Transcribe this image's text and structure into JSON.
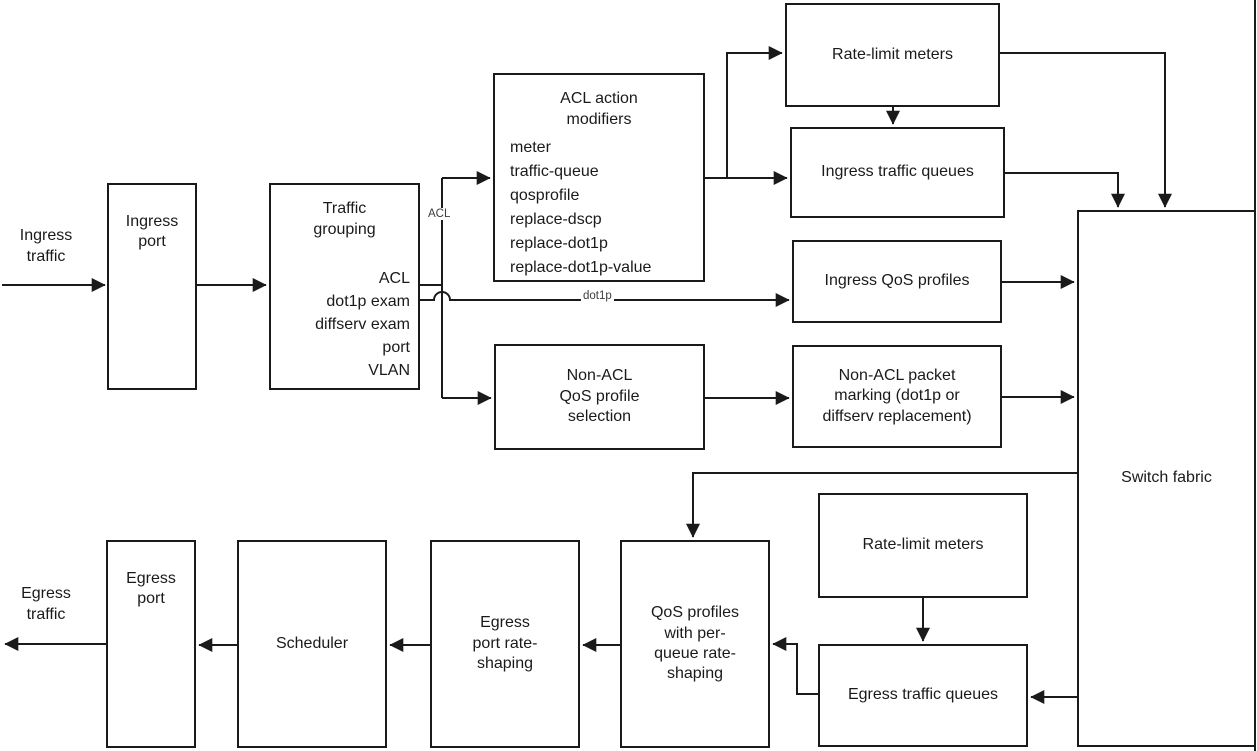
{
  "flow_labels": {
    "ingress_traffic": "Ingress\ntraffic",
    "egress_traffic": "Egress\ntraffic"
  },
  "wire_labels": {
    "acl": "ACL",
    "dot1p": "dot1p"
  },
  "boxes": {
    "ingress_port": {
      "label": "Ingress\nport"
    },
    "traffic_grouping": {
      "title": "Traffic\ngrouping",
      "items": [
        "ACL",
        "dot1p exam",
        "diffserv exam",
        "port",
        "VLAN"
      ]
    },
    "acl_action_modifiers": {
      "title": "ACL action\nmodifiers",
      "items": [
        "meter",
        "traffic-queue",
        "qosprofile",
        "replace-dscp",
        "replace-dot1p",
        "replace-dot1p-value"
      ]
    },
    "rate_limit_meters_ingress": {
      "label": "Rate-limit meters"
    },
    "ingress_traffic_queues": {
      "label": "Ingress traffic queues"
    },
    "ingress_qos_profiles": {
      "label": "Ingress QoS profiles"
    },
    "non_acl_qos_profile_selection": {
      "label": "Non-ACL\nQoS profile\nselection"
    },
    "non_acl_packet_marking": {
      "label": "Non-ACL packet\nmarking (dot1p or\ndiffserv replacement)"
    },
    "switch_fabric": {
      "label": "Switch fabric"
    },
    "egress_port": {
      "label": "Egress\nport"
    },
    "scheduler": {
      "label": "Scheduler"
    },
    "egress_port_rate_shaping": {
      "label": "Egress\nport rate-\nshaping"
    },
    "qos_profiles_per_queue_rate_shaping": {
      "label": "QoS profiles\nwith per-\nqueue rate-\nshaping"
    },
    "rate_limit_meters_egress": {
      "label": "Rate-limit meters"
    },
    "egress_traffic_queues": {
      "label": "Egress traffic queues"
    }
  },
  "colors": {
    "line": "#1a1a1a",
    "box_border": "#1a1a1a",
    "background": "#ffffff",
    "text": "#1a1a1a"
  }
}
